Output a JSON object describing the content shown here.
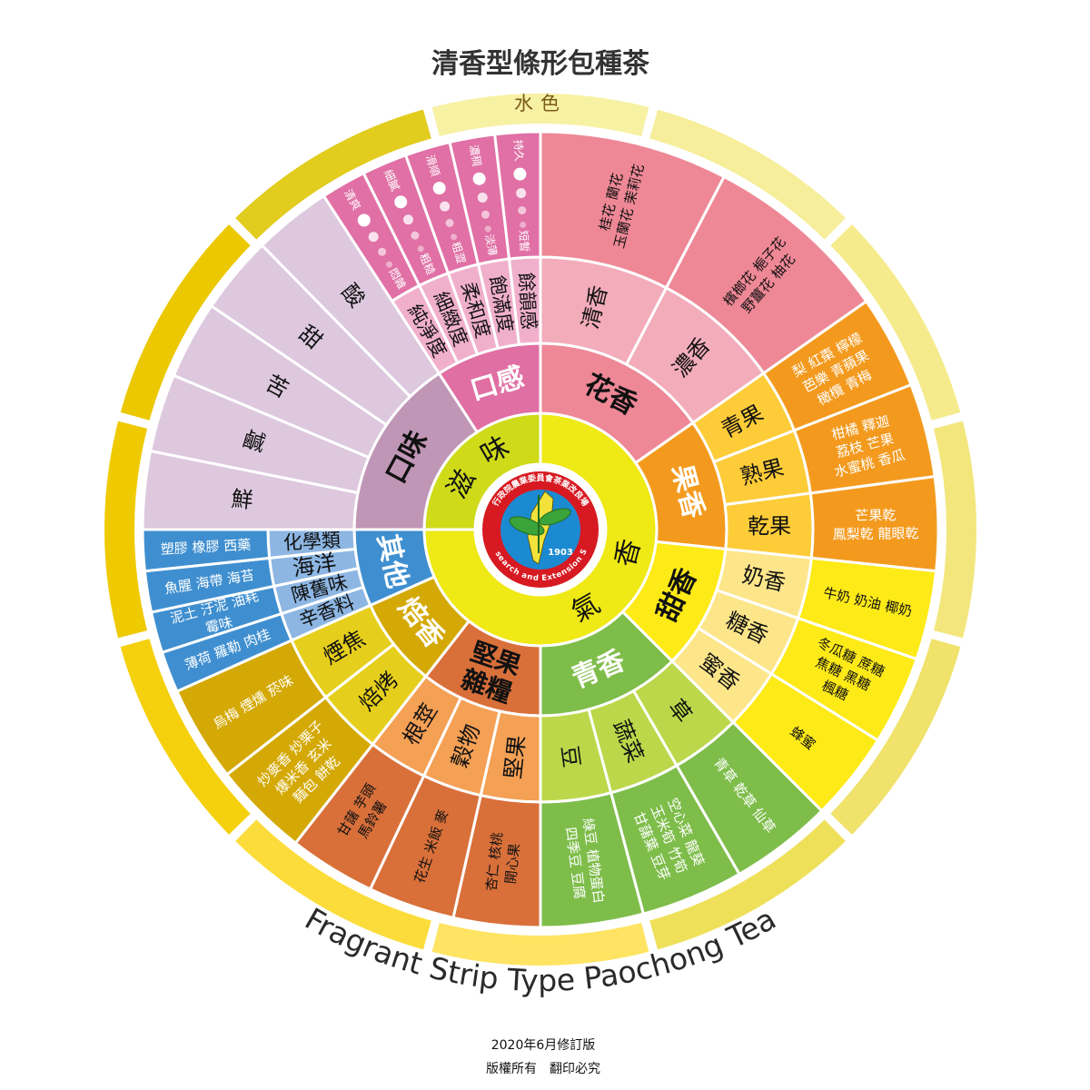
{
  "title": "清香型條形包種茶",
  "subtitle_en": "Fragrant Strip Type Paochong Tea",
  "water_color_label": "水色",
  "footer": {
    "edition": "2020年6月修訂版",
    "copyright": "版權所有　翻印必究"
  },
  "logo": {
    "org_zh": "行政院農業委員會茶業改良場",
    "org_en": "Tea Research and Extension Station",
    "year": "1903",
    "colors": {
      "ring": "#d71921",
      "field": "#1c8ad1",
      "island": "#f3e23a",
      "leaf": "#3aa33a"
    }
  },
  "water_ring_colors": [
    "#f7f1a3",
    "#f6ee9a",
    "#f5eb8c",
    "#f3e67c",
    "#f0e26a",
    "#efe05a",
    "#fee462",
    "#fcdc3a",
    "#f5d00c",
    "#efca00",
    "#ebc800",
    "#e2cc1e"
  ],
  "inner_ring": [
    {
      "label": "滋味",
      "color": "#cfdb19"
    },
    {
      "label": "香氣",
      "color": "#efe915"
    }
  ],
  "categories": [
    {
      "name": "花香",
      "color": "#ee8796",
      "sub_color": "#f2acba",
      "outer_color": "#ee8896",
      "label_text": "#111",
      "sub_text": "#111",
      "outer_text": "#111",
      "subs": [
        {
          "name": "清香",
          "descriptors": [
            "桂花 蘭花",
            "玉蘭花 茉莉花"
          ]
        },
        {
          "name": "濃香",
          "descriptors": [
            "檳榔花 梔子花",
            "野薑花 柚花"
          ]
        }
      ]
    },
    {
      "name": "果香",
      "color": "#f39a1e",
      "sub_color": "#fdcc38",
      "outer_color": "#f39a1e",
      "label_text": "#fff",
      "sub_text": "#111",
      "outer_text": "#fff",
      "subs": [
        {
          "name": "青果",
          "descriptors": [
            "梨 紅棗 檸檬",
            "芭樂 青蘋果",
            "橄欖 青梅"
          ]
        },
        {
          "name": "熟果",
          "descriptors": [
            "柑橘 釋迦",
            "荔枝 芒果",
            "水蜜桃 香瓜"
          ]
        },
        {
          "name": "乾果",
          "descriptors": [
            "芒果乾",
            "鳳梨乾 龍眼乾"
          ]
        }
      ]
    },
    {
      "name": "甜香",
      "color": "#feea17",
      "sub_color": "#fde68a",
      "outer_color": "#feea17",
      "label_text": "#111",
      "sub_text": "#111",
      "outer_text": "#111",
      "subs": [
        {
          "name": "奶香",
          "descriptors": [
            "牛奶 奶油 椰奶"
          ]
        },
        {
          "name": "糖香",
          "descriptors": [
            "冬瓜糖 蔗糖",
            "焦糖 黑糖",
            "楓糖"
          ]
        },
        {
          "name": "蜜香",
          "descriptors": [
            "蜂蜜"
          ]
        }
      ]
    },
    {
      "name": "青香",
      "color": "#7ebd4a",
      "sub_color": "#bcd84a",
      "outer_color": "#7ebd4a",
      "label_text": "#fff",
      "sub_text": "#111",
      "outer_text": "#fff",
      "subs": [
        {
          "name": "草",
          "descriptors": [
            "青草 乾草 仙草"
          ]
        },
        {
          "name": "蔬菜",
          "descriptors": [
            "空心菜 龍葵",
            "玉米筍 竹筍",
            "甘藷葉 豆芽"
          ]
        },
        {
          "name": "豆",
          "descriptors": [
            "綠豆 植物蛋白",
            "四季豆 豆腐"
          ]
        }
      ]
    },
    {
      "name": "堅果雜糧",
      "label_lines": [
        "堅果",
        "雜糧"
      ],
      "color": "#d9703a",
      "sub_color": "#f4a055",
      "outer_color": "#d9703a",
      "label_text": "#111",
      "sub_text": "#111",
      "outer_text": "#111",
      "subs": [
        {
          "name": "堅果",
          "descriptors": [
            "杏仁 核桃",
            "開心果"
          ]
        },
        {
          "name": "穀物",
          "descriptors": [
            "花生 米飯 麥"
          ]
        },
        {
          "name": "根莖",
          "descriptors": [
            "甘藷 芋頭",
            "馬鈴薯"
          ]
        }
      ]
    },
    {
      "name": "焙香",
      "color": "#d4a906",
      "sub_color": "#e6cf1c",
      "outer_color": "#d4a906",
      "label_text": "#fff",
      "sub_text": "#111",
      "outer_text": "#fff",
      "subs": [
        {
          "name": "焙烤",
          "descriptors": [
            "炒麥香 炒栗子",
            "爆米香 玄米",
            "麵包 餅乾"
          ]
        },
        {
          "name": "煙焦",
          "descriptors": [
            "烏梅 煙燻 菸味"
          ]
        }
      ]
    },
    {
      "name": "其他",
      "color": "#3f8fd0",
      "sub_color": "#8db6e3",
      "outer_color": "#3f8fd0",
      "label_text": "#fff",
      "sub_text": "#111",
      "outer_text": "#fff",
      "subs": [
        {
          "name": "辛香料",
          "descriptors": [
            "薄荷 羅勒 肉桂"
          ]
        },
        {
          "name": "陳舊味",
          "descriptors": [
            "泥土 汙泥 油耗",
            "霉味"
          ]
        },
        {
          "name": "海洋",
          "descriptors": [
            "魚腥 海帶 海苔"
          ]
        },
        {
          "name": "化學類",
          "descriptors": [
            "塑膠 橡膠 西藥"
          ]
        }
      ]
    },
    {
      "name": "口味",
      "merged": true,
      "color": "#c096b6",
      "sub_color": "#ddc8de",
      "outer_color": "#ddc8de",
      "label_text": "#111",
      "sub_text": "#111",
      "outer_text": "#111",
      "subs": [
        {
          "name": "鮮"
        },
        {
          "name": "鹹"
        },
        {
          "name": "苦"
        },
        {
          "name": "甜"
        },
        {
          "name": "酸"
        }
      ]
    },
    {
      "name": "口感",
      "color": "#e06fa3",
      "sub_color": "#f0b0cc",
      "outer_color": "#e070a5",
      "label_text": "#fff",
      "sub_text": "#111",
      "outer_text": "#fff",
      "subs": [
        {
          "name": "純淨度",
          "scale": [
            "清爽",
            "悶雜"
          ]
        },
        {
          "name": "細緻度",
          "scale": [
            "細膩",
            "粗糙"
          ]
        },
        {
          "name": "柔和度",
          "scale": [
            "滑順",
            "粗澀"
          ]
        },
        {
          "name": "飽滿度",
          "scale": [
            "濃稠",
            "淡薄"
          ]
        },
        {
          "name": "餘韻感",
          "scale": [
            "持久",
            "短暫"
          ]
        }
      ]
    }
  ]
}
